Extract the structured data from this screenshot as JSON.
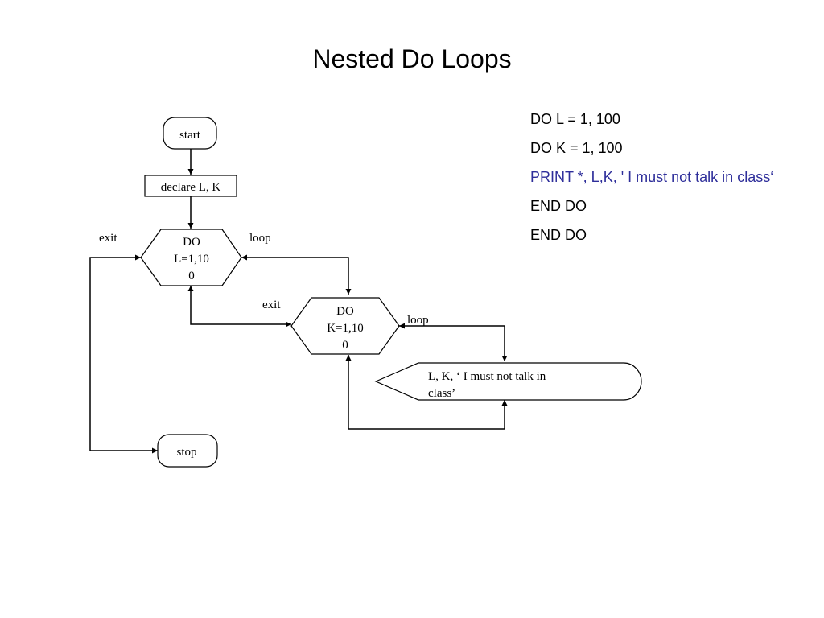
{
  "title": "Nested Do Loops",
  "code": {
    "lines": [
      "DO L = 1, 100",
      "DO K = 1, 100",
      "PRINT *, L,K, ' I must not talk in class‘",
      "END DO",
      "END DO"
    ],
    "highlight_color": "#2e2e9a"
  },
  "flowchart": {
    "start": "start",
    "declare": "declare L, K",
    "outer_loop": {
      "line1": "DO",
      "line2": "L=1,10",
      "line3": "0"
    },
    "inner_loop": {
      "line1": "DO",
      "line2": "K=1,10",
      "line3": "0"
    },
    "output": {
      "line1": "L, K, ‘ I must not talk in",
      "line2": "class’"
    },
    "stop": "stop",
    "outer_exit": "exit",
    "outer_loop_label": "loop",
    "inner_exit": "exit",
    "inner_loop_label": "loop"
  }
}
